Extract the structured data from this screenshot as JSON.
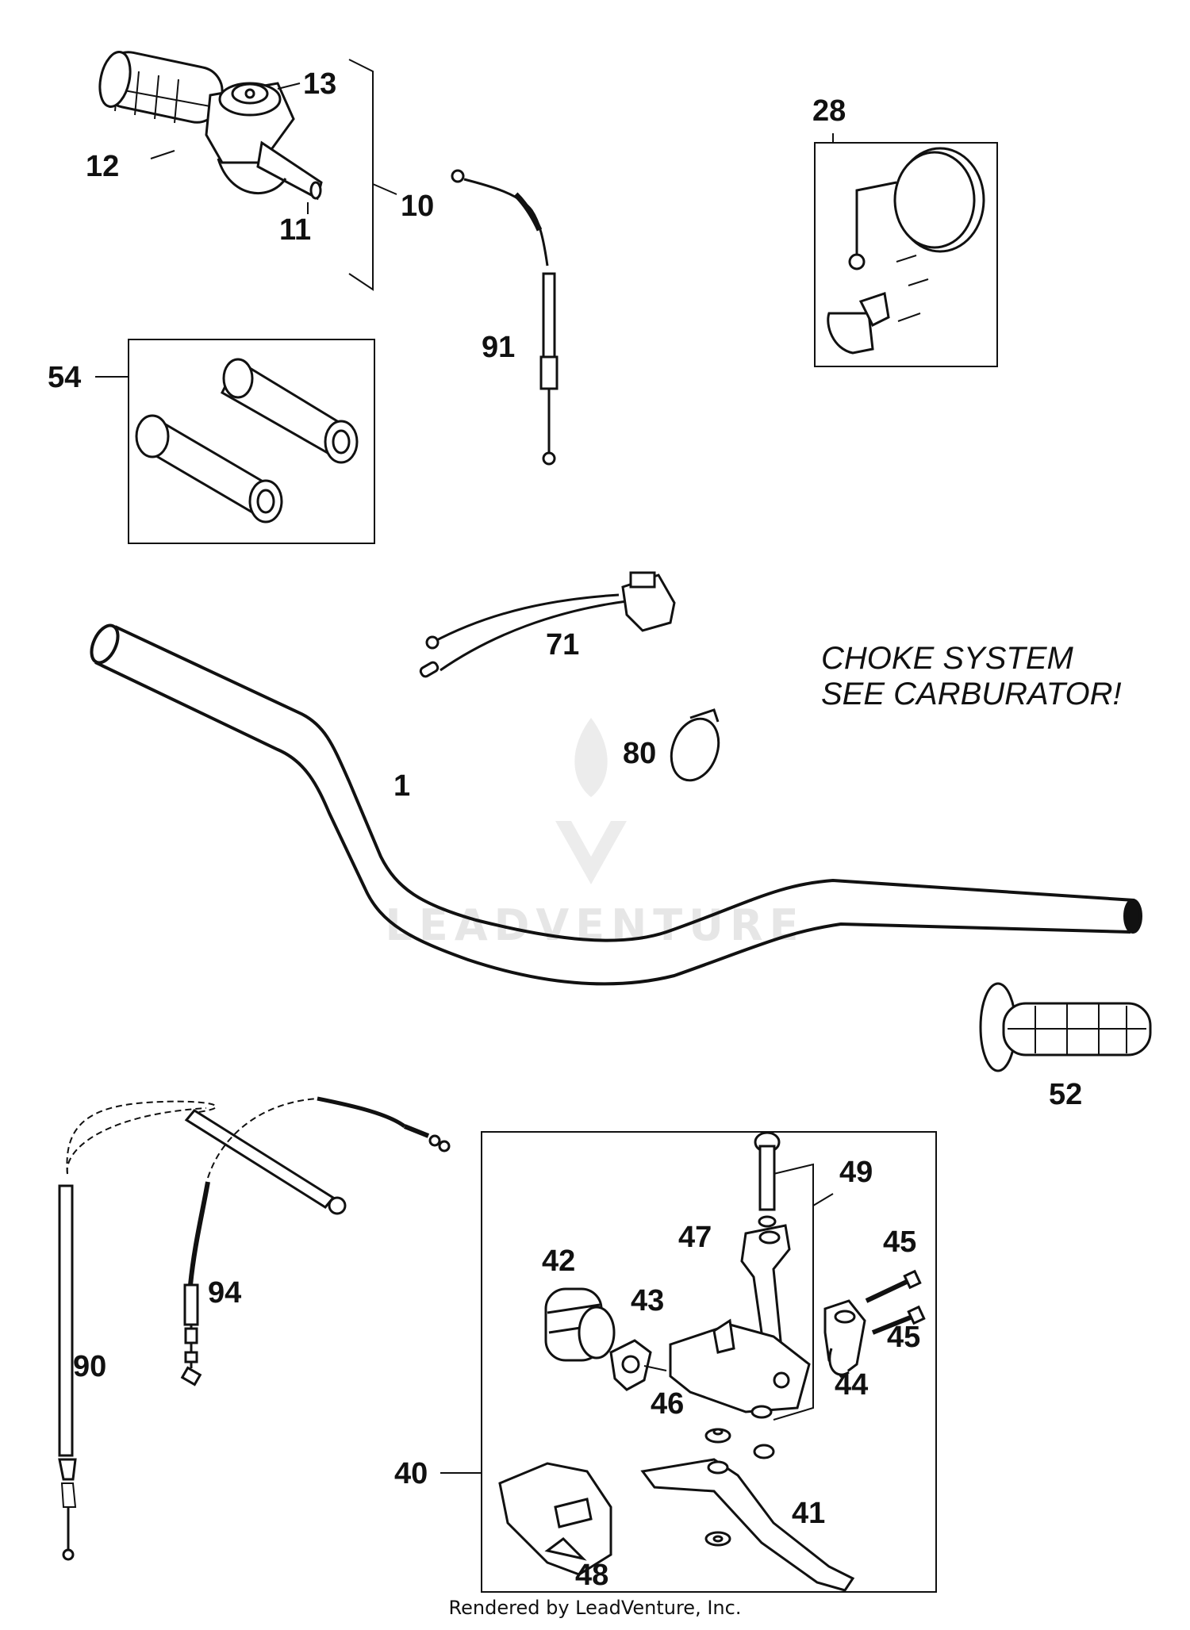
{
  "note": [
    "CHOKE SYSTEM",
    "SEE CARBURATOR!"
  ],
  "credit": "Rendered by LeadVenture, Inc.",
  "watermark_text": "LEADVENTURE",
  "colors": {
    "line": "#111111",
    "watermark": "#e6e6e6"
  },
  "callouts": {
    "c13": "13",
    "c12": "12",
    "c11": "11",
    "c10": "10",
    "c91": "91",
    "c28": "28",
    "c54": "54",
    "c71": "71",
    "c80": "80",
    "c1": "1",
    "c52": "52",
    "c49": "49",
    "c47": "47",
    "c45a": "45",
    "c42": "42",
    "c43": "43",
    "c45b": "45",
    "c94": "94",
    "c44": "44",
    "c46": "46",
    "c90": "90",
    "c40": "40",
    "c41": "41",
    "c48": "48"
  }
}
